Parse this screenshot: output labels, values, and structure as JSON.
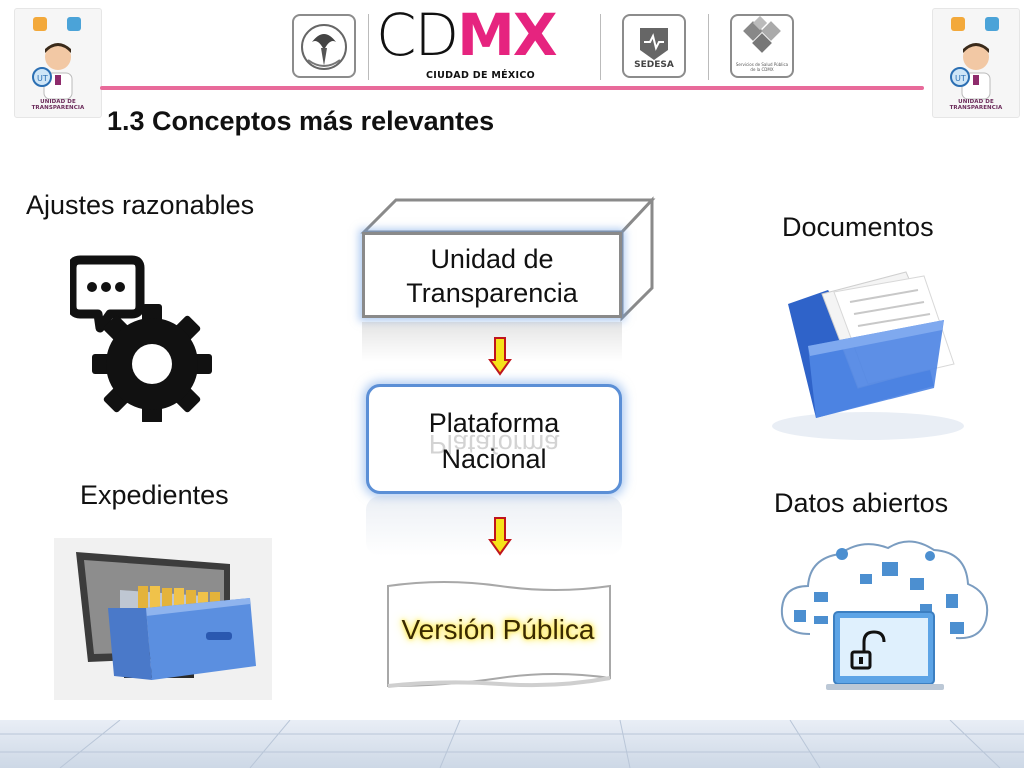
{
  "header": {
    "logo_main": {
      "cd": "CD",
      "mx": "MX"
    },
    "logo_subtitle": "CIUDAD DE MÉXICO",
    "sedesa_label": "SEDESA",
    "servicios_label": "Servicios de Salud Pública de la CDMX",
    "corner_caption": "UNIDAD DE TRANSPARENCIA",
    "accent_color": "#e6247f"
  },
  "slide": {
    "title": "1.3 Conceptos más relevantes"
  },
  "concepts": {
    "ajustes": "Ajustes razonables",
    "documentos": "Documentos",
    "expedientes": "Expedientes",
    "datos": "Datos abiertos"
  },
  "flow": {
    "step1_line1": "Unidad de",
    "step1_line2": "Transparencia",
    "step2_line1": "Plataforma",
    "step2_line2": "Nacional",
    "step3": "Versión Pública"
  },
  "icons": [
    "chat-gear-icon",
    "folder-documents-icon",
    "file-cabinet-icon",
    "cloud-data-icon",
    "down-arrow-icon"
  ]
}
